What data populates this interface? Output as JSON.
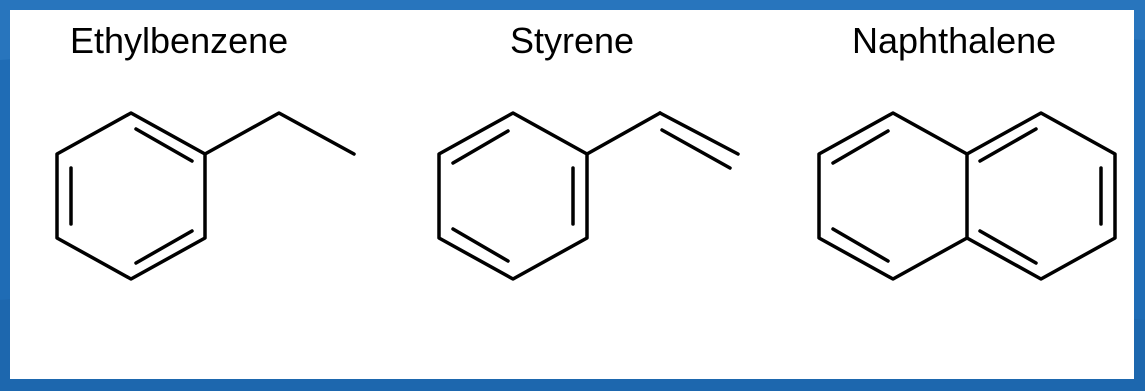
{
  "colors": {
    "frame": "#1f6cb5",
    "panel": "#ffffff",
    "ink": "#000000"
  },
  "molecules": [
    {
      "label": "Ethylbenzene"
    },
    {
      "label": "Styrene"
    },
    {
      "label": "Naphthalene"
    }
  ]
}
